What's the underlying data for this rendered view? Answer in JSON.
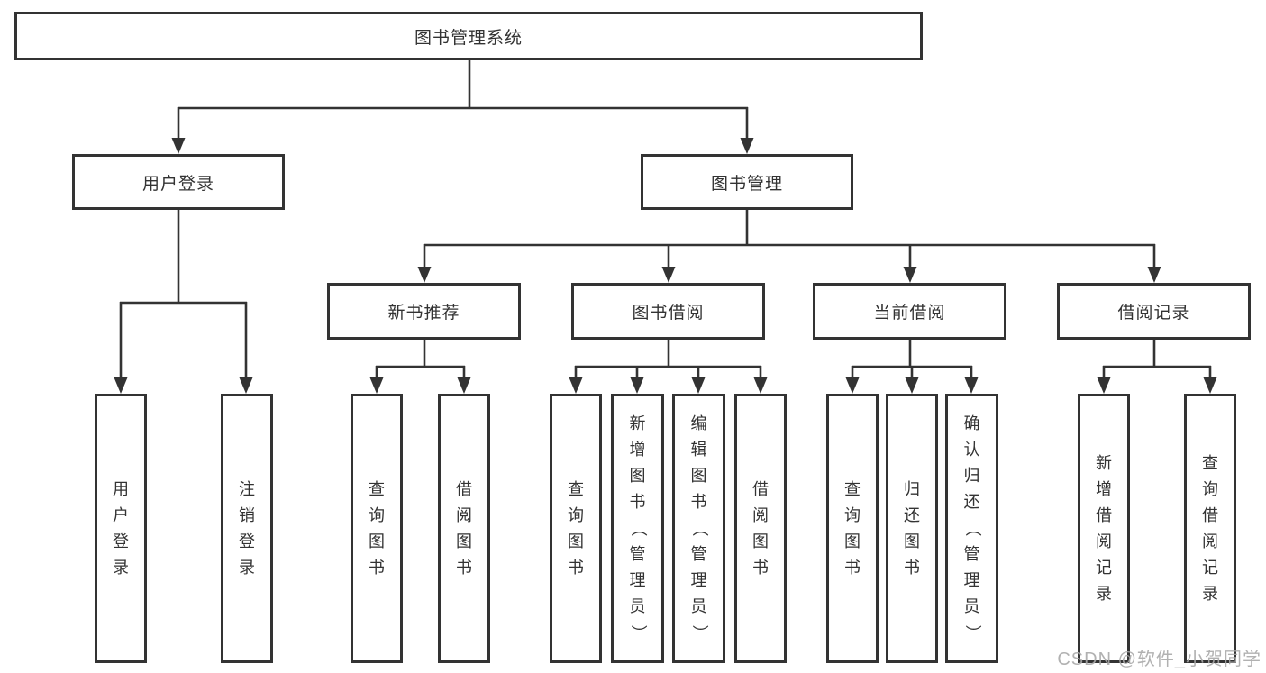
{
  "tree": {
    "root": "图书管理系统",
    "user_login": {
      "label": "用户登录",
      "children": [
        "用户登录",
        "注销登录"
      ]
    },
    "book_mgmt": {
      "label": "图书管理",
      "sections": [
        {
          "label": "新书推荐",
          "children": [
            "查询图书",
            "借阅图书"
          ]
        },
        {
          "label": "图书借阅",
          "children": [
            "查询图书",
            "新增图书（管理员）",
            "编辑图书（管理员）",
            "借阅图书"
          ]
        },
        {
          "label": "当前借阅",
          "children": [
            "查询图书",
            "归还图书",
            "确认归还（管理员）"
          ]
        },
        {
          "label": "借阅记录",
          "children": [
            "新增借阅记录",
            "查询借阅记录"
          ]
        }
      ]
    }
  },
  "watermark": "CSDN @软件_小贺同学",
  "colors": {
    "line": "#333333",
    "watermark": "#a9a9a9",
    "background": "#ffffff"
  }
}
